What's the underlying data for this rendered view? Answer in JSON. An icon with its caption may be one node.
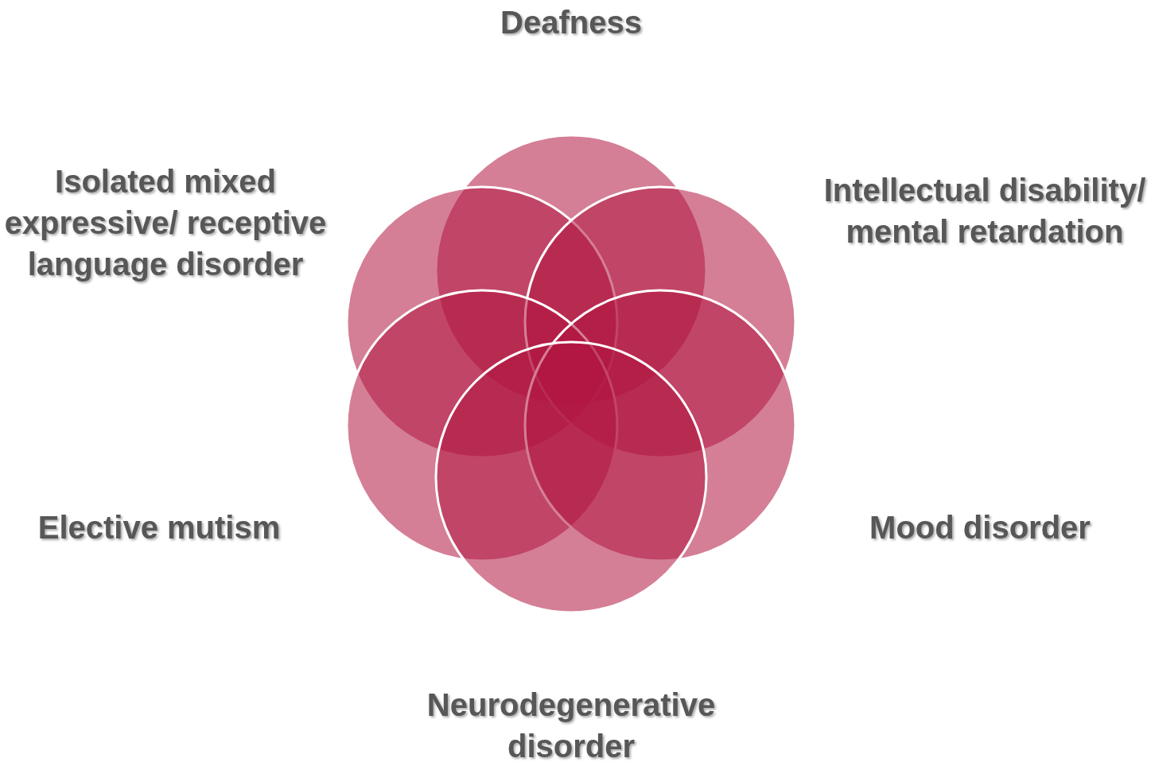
{
  "diagram": {
    "nodes": [
      {
        "text": [],
        "shape": "circle"
      },
      {
        "text": [],
        "shape": "circle"
      },
      {
        "text": [],
        "shape": "circle"
      },
      {
        "text": [],
        "shape": "circle"
      },
      {
        "text": [],
        "shape": "circle"
      },
      {
        "text": [],
        "shape": "circle"
      }
    ],
    "labels": [
      "Deafness",
      "Isolated mixed expressive/ receptive language disorder",
      "Intellectual disability/ mental retardation",
      "Elective mutism",
      "Mood disorder",
      "Neurodegenerative disorder"
    ]
  }
}
